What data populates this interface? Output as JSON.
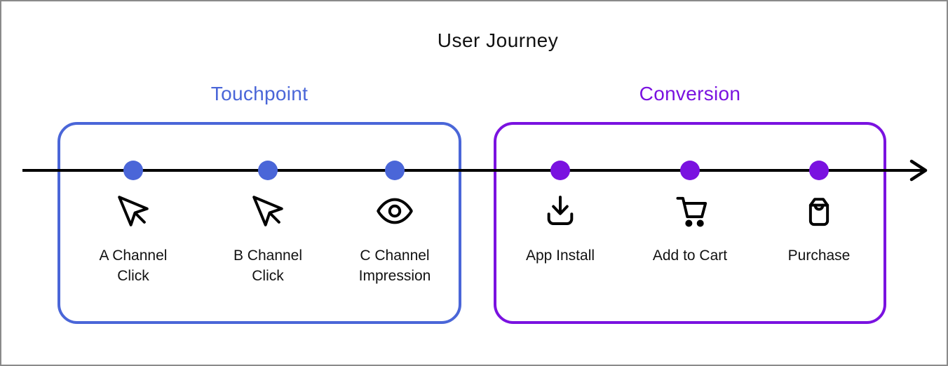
{
  "title": "User Journey",
  "colors": {
    "touchpoint": "#4a66d8",
    "conversion": "#7a12e0",
    "timeline": "#000000"
  },
  "groups": [
    {
      "label": "Touchpoint",
      "color": "#4a66d8"
    },
    {
      "label": "Conversion",
      "color": "#7a12e0"
    }
  ],
  "steps": [
    {
      "label": "A Channel\nClick",
      "icon": "cursor-click-icon",
      "group": "Touchpoint"
    },
    {
      "label": "B Channel\nClick",
      "icon": "cursor-click-icon",
      "group": "Touchpoint"
    },
    {
      "label": "C Channel\nImpression",
      "icon": "eye-icon",
      "group": "Touchpoint"
    },
    {
      "label": "App Install",
      "icon": "download-icon",
      "group": "Conversion"
    },
    {
      "label": "Add to Cart",
      "icon": "cart-icon",
      "group": "Conversion"
    },
    {
      "label": "Purchase",
      "icon": "shopping-bag-icon",
      "group": "Conversion"
    }
  ]
}
